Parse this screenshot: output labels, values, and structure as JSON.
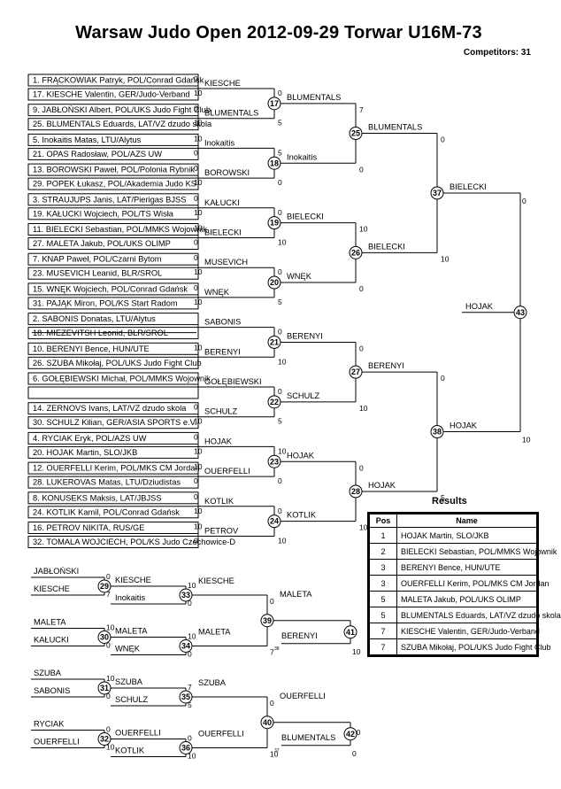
{
  "header": {
    "title": "Warsaw Judo Open  2012-09-29  Torwar    U16M-73",
    "competitors": "Competitors: 31"
  },
  "entries": [
    "1. FRĄCKOWIAK Patryk, POL/Conrad Gdańsk",
    "17. KIESCHE Valentin, GER/Judo-Verband",
    "9. JABŁOŃSKI Albert, POL/UKS Judo Fight Club",
    "25. BLUMENTALS Eduards, LAT/VZ dzudo skola",
    "5. Inokaitis Matas, LTU/Alytus",
    "21. OPAS Radosław, POL/AZS UW",
    "13. BOROWSKI Paweł, POL/Polonia Rybnik",
    "29. POPEK Łukasz, POL/Akademia Judo KS",
    "3. STRAUJUPS Janis, LAT/Pierigas BJSS",
    "19. KAŁUCKI Wojciech, POL/TS Wisła",
    "11. BIELECKI Sebastian, POL/MMKS Wojownik",
    "27. MALETA Jakub, POL/UKS OLIMP",
    "7. KNAP Paweł, POL/Czarni Bytom",
    "23. MUSEVICH Leanid, BLR/SROL",
    "15. WNĘK Wojciech, POL/Conrad Gdańsk",
    "31. PAJĄK Miron, POL/KS Start Radom",
    "2. SABONIS Donatas, LTU/Alytus",
    "18. MIEZEVITSH Leonid, BLR/SROL",
    "10. BERENYI  Bence, HUN/UTE",
    "26. SZUBA Mikołaj, POL/UKS Judo Fight Club",
    "6. GOŁĘBIEWSKI Michał, POL/MMKS Wojownik",
    "",
    "14. ZERNOVS Ivans, LAT/VZ dzudo skola",
    "30. SCHULZ Kilian, GER/ASIA SPORTS e.V.",
    "4. RYCIAK Eryk, POL/AZS UW",
    "20. HOJAK Martin, SLO/JKB",
    "12. OUERFELLI Kerim, POL/MKS CM Jordan",
    "28. LUKEROVAS Matas, LTU/Dziudistas",
    "8. KONUSEKS Maksis, LAT/JBJSS",
    "24. KOTLIK Kamil, POL/Conrad Gdańsk",
    "16. PETROV NIKITA, RUS/GE",
    "32. TOMALA WOJCIECH, POL/KS Judo Czechowice-D"
  ],
  "r1": [
    "KIESCHE",
    "BLUMENTALS",
    "Inokaitis",
    "BOROWSKI",
    "KAŁUCKI",
    "BIELECKI",
    "MUSEVICH",
    "WNĘK",
    "SABONIS",
    "BERENYI",
    "GOŁĘBIEWSKI",
    "SCHULZ",
    "HOJAK",
    "OUERFELLI",
    "KOTLIK",
    "PETROV"
  ],
  "r1_scores": [
    [
      "0",
      "10"
    ],
    [
      "0",
      "10"
    ],
    [
      "10",
      "0"
    ],
    [
      "0",
      "10"
    ],
    [
      "0",
      "10"
    ],
    [
      "10",
      "0"
    ],
    [
      "0",
      "10"
    ],
    [
      "0",
      "10"
    ],
    [
      "",
      ""
    ],
    [
      "10",
      ""
    ],
    [
      "",
      ""
    ],
    [
      "0",
      "10"
    ],
    [
      "0",
      "10"
    ],
    [
      "10",
      "0"
    ],
    [
      "0",
      "10"
    ],
    [
      "10",
      "0"
    ]
  ],
  "r2": [
    "BLUMENTALS",
    "Inokaitis",
    "BIELECKI",
    "WNĘK",
    "BERENYI",
    "SCHULZ",
    "HOJAK",
    "KOTLIK"
  ],
  "r2_scores": [
    [
      "0",
      "5"
    ],
    [
      "5",
      "0"
    ],
    [
      "0",
      "10"
    ],
    [
      "0",
      "5"
    ],
    [
      "0",
      "10"
    ],
    [
      "0",
      "5"
    ],
    [
      "10",
      "0"
    ],
    [
      "0",
      "10"
    ]
  ],
  "r2_numbers": [
    "17",
    "18",
    "19",
    "20",
    "21",
    "22",
    "23",
    "24"
  ],
  "r3": [
    "BLUMENTALS",
    "BIELECKI",
    "BERENYI",
    "HOJAK"
  ],
  "r3_scores": [
    [
      "7",
      "0"
    ],
    [
      "10",
      "0"
    ],
    [
      "0",
      "10"
    ],
    [
      "0",
      "10"
    ]
  ],
  "r3_numbers": [
    "25",
    "26",
    "27",
    "28"
  ],
  "r4": [
    "BIELECKI",
    "HOJAK"
  ],
  "r4_scores": [
    [
      "0",
      "10"
    ],
    [
      "0",
      "5"
    ]
  ],
  "r4_numbers": [
    "37",
    "38"
  ],
  "final": {
    "winner": "HOJAK",
    "score_top": "0",
    "score_bottom": "10",
    "number": "43"
  },
  "rep": {
    "entries": [
      "JABŁOŃSKI",
      "KIESCHE",
      "MALETA",
      "KAŁUCKI",
      "SZUBA",
      "SABONIS",
      "RYCIAK",
      "OUERFELLI"
    ],
    "entry_scores": [
      "0",
      "7",
      "10",
      "0",
      "10",
      "0",
      "0",
      "10"
    ],
    "m1_numbers": [
      "29",
      "30",
      "31",
      "32"
    ],
    "m1_winners": [
      "KIESCHE",
      "MALETA",
      "SZUBA",
      "OUERFELLI"
    ],
    "m1_opponents": [
      "Inokaitis",
      "WNĘK",
      "SCHULZ",
      "KOTLIK"
    ],
    "m2_scores": [
      [
        "10",
        "0"
      ],
      [
        "10",
        "0"
      ],
      [
        "7",
        "5"
      ],
      [
        "0",
        "10"
      ]
    ],
    "m2_numbers": [
      "33",
      "34",
      "35",
      "36"
    ],
    "m2_winners": [
      "KIESCHE",
      "MALETA",
      "SZUBA",
      "OUERFELLI"
    ],
    "m3_numbers": [
      "39",
      "40"
    ],
    "m3_scores": [
      [
        "0",
        "7"
      ],
      [
        "0",
        "10"
      ]
    ],
    "m3_winners": [
      "MALETA",
      "OUERFELLI"
    ],
    "m3_opponents": [
      "BERENYI",
      "BLUMENTALS"
    ],
    "m4_numbers": [
      "41",
      "42"
    ],
    "m4_scores": [
      [
        "0",
        "10"
      ],
      [
        "10",
        "0"
      ]
    ],
    "m4_winners": [
      "BERENYI",
      "OUERFELLI"
    ],
    "m4_tiny": [
      "38",
      "37"
    ]
  },
  "results": {
    "title": "Results",
    "header_pos": "Pos",
    "header_name": "Name",
    "rows": [
      {
        "pos": "1",
        "name": "HOJAK Martin, SLO/JKB"
      },
      {
        "pos": "2",
        "name": "BIELECKI Sebastian, POL/MMKS Wojownik"
      },
      {
        "pos": "3",
        "name": "BERENYI  Bence, HUN/UTE"
      },
      {
        "pos": "3",
        "name": "OUERFELLI Kerim, POL/MKS CM Jordan"
      },
      {
        "pos": "5",
        "name": "MALETA Jakub, POL/UKS OLIMP"
      },
      {
        "pos": "5",
        "name": "BLUMENTALS Eduards, LAT/VZ dzudo skola"
      },
      {
        "pos": "7",
        "name": "KIESCHE Valentin, GER/Judo-Verband"
      },
      {
        "pos": "7",
        "name": "SZUBA Mikołaj, POL/UKS Judo Fight Club"
      }
    ]
  }
}
